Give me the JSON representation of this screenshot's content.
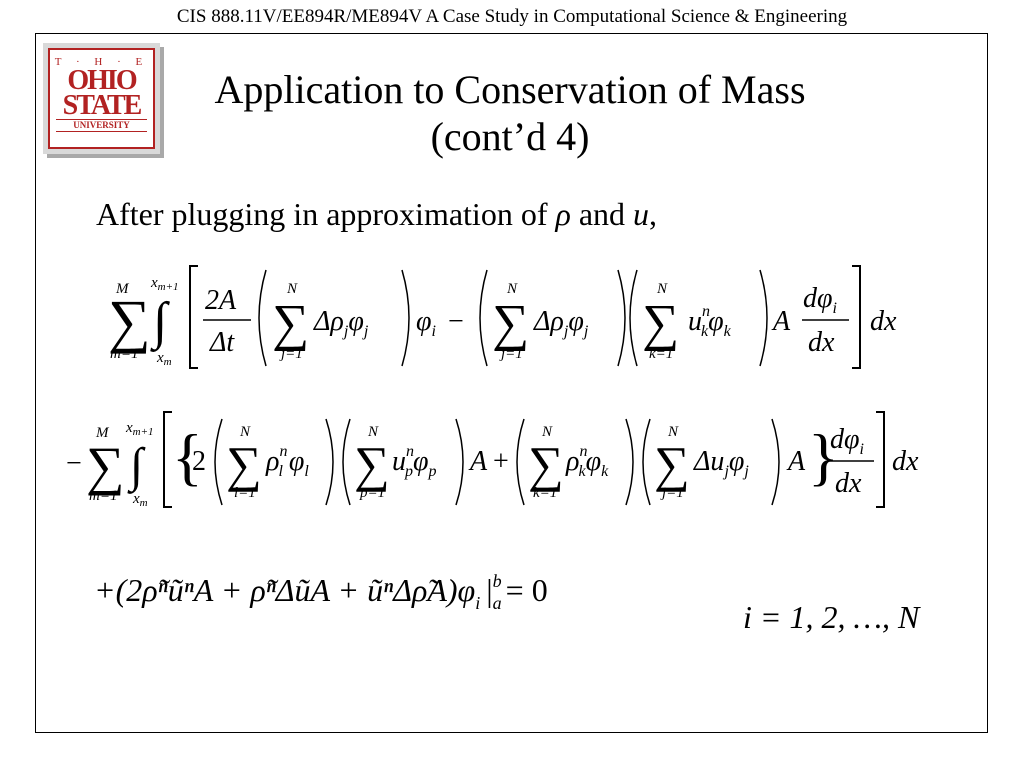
{
  "header": {
    "course_title": "CIS 888.11V/EE894R/ME894V A Case Study in Computational Science & Engineering"
  },
  "logo": {
    "the": "T · H · E",
    "ohio": "OHIO",
    "state": "STATE",
    "university": "UNIVERSITY"
  },
  "slide": {
    "title_line1": "Application to Conservation of Mass",
    "title_line2": "(cont’d 4)",
    "intro_before": "After plugging in approximation of ",
    "intro_rho": "ρ",
    "intro_and": " and ",
    "intro_u": "u",
    "intro_comma": ","
  },
  "eq": {
    "sum_upper_M": "M",
    "sum_lower_m1": "m=1",
    "int_upper": "x",
    "int_upper_sub": "m+1",
    "int_lower": "x",
    "int_lower_sub": "m",
    "sum_upper_N": "N",
    "j1": "j=1",
    "k1": "k=1",
    "l1": "l=1",
    "p1": "p=1",
    "two_A": "2A",
    "delta_t": "Δt",
    "dx": "dx",
    "dphi": "dφ",
    "dphi_sub": "i",
    "boundary_term": "+(2ρ̃ⁿũⁿA + ρ̃ⁿΔũA + ũⁿΔρ̃A)φ",
    "boundary_sub": "i",
    "boundary_bar": "|",
    "boundary_a": "a",
    "boundary_b": "b",
    "equals_zero": "= 0",
    "index_range": "i = 1, 2, …, N"
  }
}
